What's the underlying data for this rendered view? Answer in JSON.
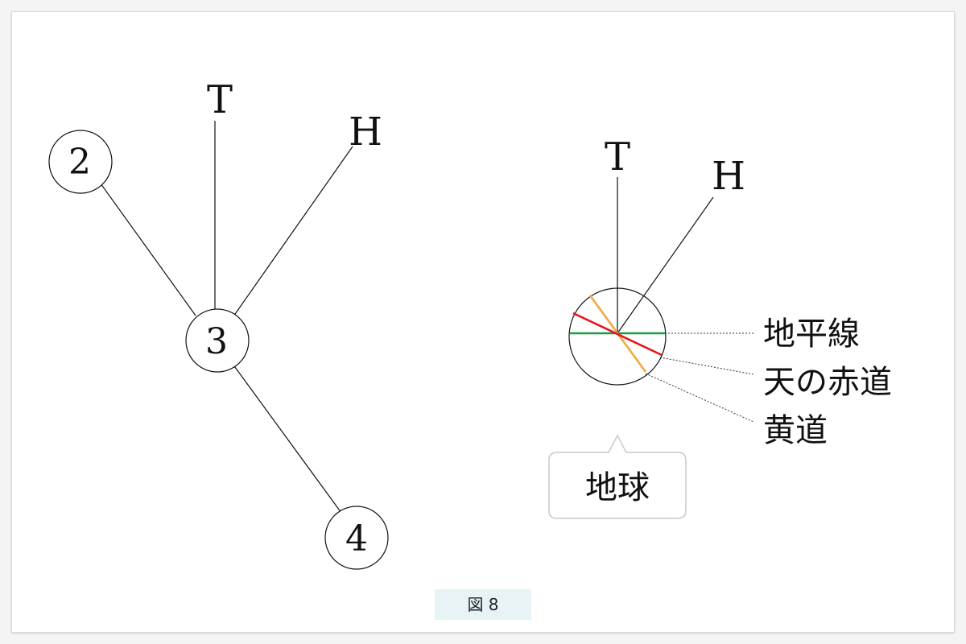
{
  "left_tree": {
    "node_top_left": "2",
    "node_center": "3",
    "node_bottom": "4",
    "label_t": "T",
    "label_h": "H"
  },
  "earth_diagram": {
    "label_t": "T",
    "label_h": "H",
    "legend": {
      "horizon": "地平線",
      "celestial_equator": "天の赤道",
      "ecliptic": "黄道"
    },
    "callout_label": "地球"
  },
  "colors": {
    "horizon": "#1a9a4a",
    "celestial_equator": "#e3141c",
    "ecliptic": "#f2a93b",
    "line": "#111111"
  },
  "caption": "図 8"
}
